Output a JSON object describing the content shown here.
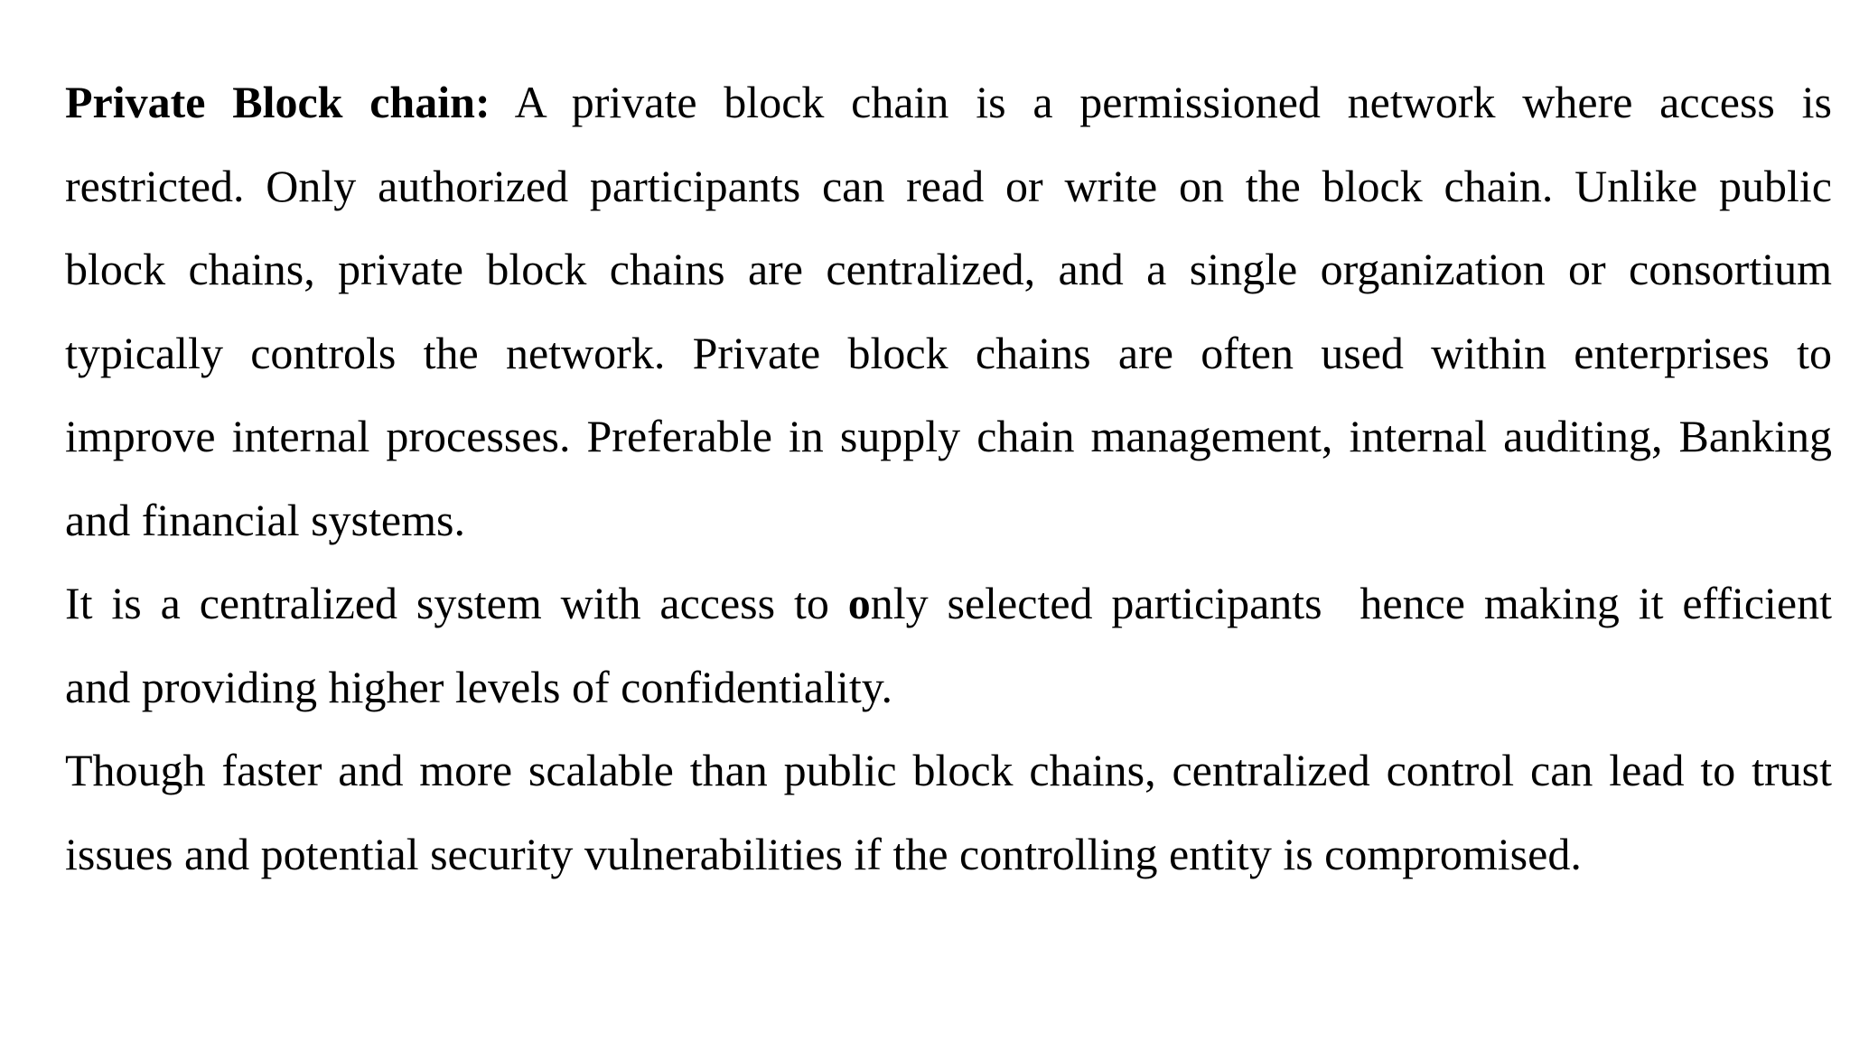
{
  "page": {
    "background_color": "#ffffff",
    "text_color": "#000000"
  },
  "document": {
    "paragraphs": [
      {
        "lines": [
          {
            "lead": "Private Block chain:",
            "rest": " A private block chain is a permissioned network where access is"
          },
          {
            "text": "restricted. Only authorized participants can read or write on the block chain. Unlike public"
          },
          {
            "text": "block chains, private block chains are centralized, and a single organization or consortium"
          },
          {
            "text": "typically controls the network. Private block chains are often used within enterprises to"
          },
          {
            "text": "improve internal processes. Preferable in supply chain management, internal auditing, Banking"
          },
          {
            "text": "and financial systems."
          }
        ]
      },
      {
        "lines": [
          {
            "pre": "It is a centralized system with access to ",
            "bold": "o",
            "post": "nly selected participants  hence making it efficient"
          },
          {
            "text": "and providing higher levels of confidentiality."
          }
        ]
      },
      {
        "lines": [
          {
            "text": "Though faster and more scalable than public block chains, centralized control can lead to trust"
          },
          {
            "text": "issues and potential security vulnerabilities if the controlling entity is compromised."
          }
        ]
      }
    ]
  }
}
